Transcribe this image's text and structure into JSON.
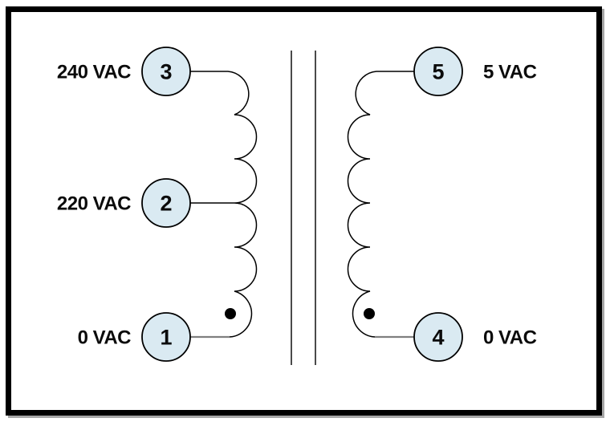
{
  "transformer": {
    "primary": {
      "terminals": [
        {
          "id": "3",
          "label": "240 VAC"
        },
        {
          "id": "2",
          "label": "220 VAC"
        },
        {
          "id": "1",
          "label": "0 VAC"
        }
      ]
    },
    "secondary": {
      "terminals": [
        {
          "id": "5",
          "label": "5 VAC"
        },
        {
          "id": "4",
          "label": "0 VAC"
        }
      ]
    }
  },
  "colors": {
    "terminal_fill": "#daeaf2",
    "winding_stroke": "#000000",
    "core_stroke": "#4a4a4a",
    "connector_gray": "#7f7f7f",
    "polarity_dot": "#000000",
    "frame": "#000000",
    "frame_shadow": "#a6a6a6",
    "background": "#ffffff"
  }
}
